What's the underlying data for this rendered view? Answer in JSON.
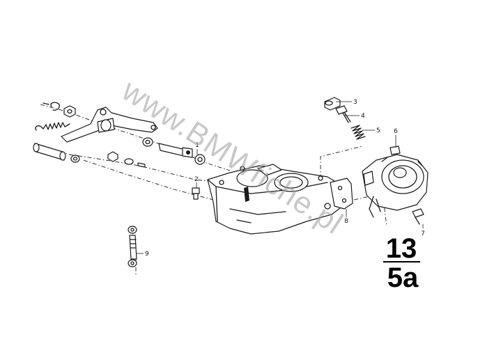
{
  "watermark": "www.BMWfiche.pl",
  "callouts": [
    {
      "id": "1",
      "label": "1"
    },
    {
      "id": "2",
      "label": "2"
    },
    {
      "id": "3",
      "label": "3"
    },
    {
      "id": "4",
      "label": "4"
    },
    {
      "id": "5",
      "label": "5"
    },
    {
      "id": "6",
      "label": "6"
    },
    {
      "id": "7",
      "label": "7"
    },
    {
      "id": "8",
      "label": "8"
    },
    {
      "id": "9",
      "label": "9"
    }
  ],
  "group": {
    "main": "13",
    "sub": "5a"
  }
}
